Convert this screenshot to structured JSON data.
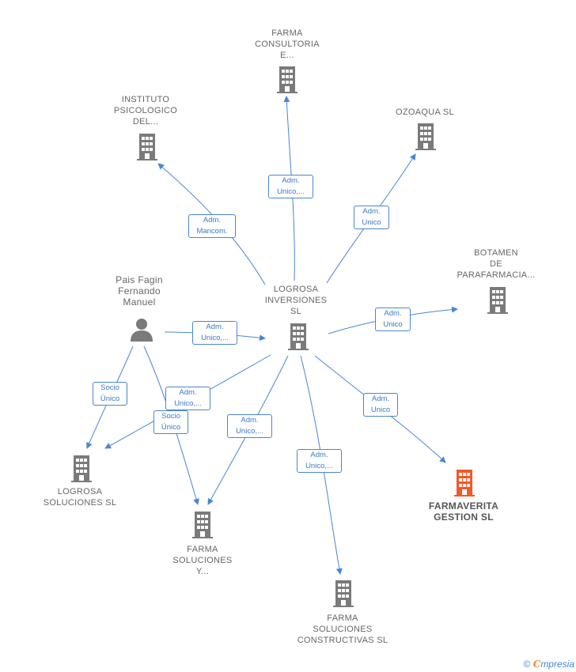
{
  "nodes": {
    "farma_consultoria": {
      "lines": [
        "FARMA",
        "CONSULTORIA",
        "E..."
      ]
    },
    "instituto": {
      "lines": [
        "INSTITUTO",
        "PSICOLOGICO",
        "DEL..."
      ]
    },
    "ozoaqua": {
      "lines": [
        "OZOAQUA SL"
      ]
    },
    "botamen": {
      "lines": [
        "BOTAMEN",
        "DE",
        "PARAFARMACIA..."
      ]
    },
    "pais_fagin": {
      "lines": [
        "Pais Fagin",
        "Fernando",
        "Manuel"
      ]
    },
    "logrosa_inversiones": {
      "lines": [
        "LOGROSA",
        "INVERSIONES",
        "SL"
      ]
    },
    "logrosa_soluciones": {
      "lines": [
        "LOGROSA",
        "SOLUCIONES SL"
      ]
    },
    "farma_soluciones_y": {
      "lines": [
        "FARMA",
        "SOLUCIONES",
        "Y..."
      ]
    },
    "farma_constructivas": {
      "lines": [
        "FARMA",
        "SOLUCIONES",
        "CONSTRUCTIVAS SL"
      ]
    },
    "farmaverita": {
      "lines": [
        "FARMAVERITA",
        "GESTION  SL"
      ]
    }
  },
  "edges": {
    "to_farma_consultoria": {
      "lines": [
        "Adm.",
        "Unico,..."
      ]
    },
    "to_instituto": {
      "lines": [
        "Adm.",
        "Mancom."
      ]
    },
    "to_ozoaqua": {
      "lines": [
        "Adm.",
        "Unico"
      ]
    },
    "to_botamen": {
      "lines": [
        "Adm.",
        "Unico"
      ]
    },
    "person_to_logrosa": {
      "lines": [
        "Adm.",
        "Unico,..."
      ]
    },
    "person_to_logrosa_soluciones": {
      "lines": [
        "Socio",
        "Único"
      ]
    },
    "inv_to_logrosa_soluciones": {
      "lines": [
        "Adm.",
        "Unico,..."
      ]
    },
    "person_to_farma_y": {
      "lines": [
        "Socio",
        "Único"
      ]
    },
    "inv_to_farma_y": {
      "lines": [
        "Adm.",
        "Unico,..."
      ]
    },
    "to_constructivas": {
      "lines": [
        "Adm.",
        "Unico,..."
      ]
    },
    "to_farmaverita": {
      "lines": [
        "Adm.",
        "Unico"
      ]
    }
  },
  "colors": {
    "edge": "#4a86d1",
    "building": "#7a7a7a",
    "highlight": "#f05a28",
    "person": "#7a7a7a"
  },
  "footer": {
    "copyright": "©",
    "brand_initial": "C",
    "brand_rest": "mpresia"
  }
}
